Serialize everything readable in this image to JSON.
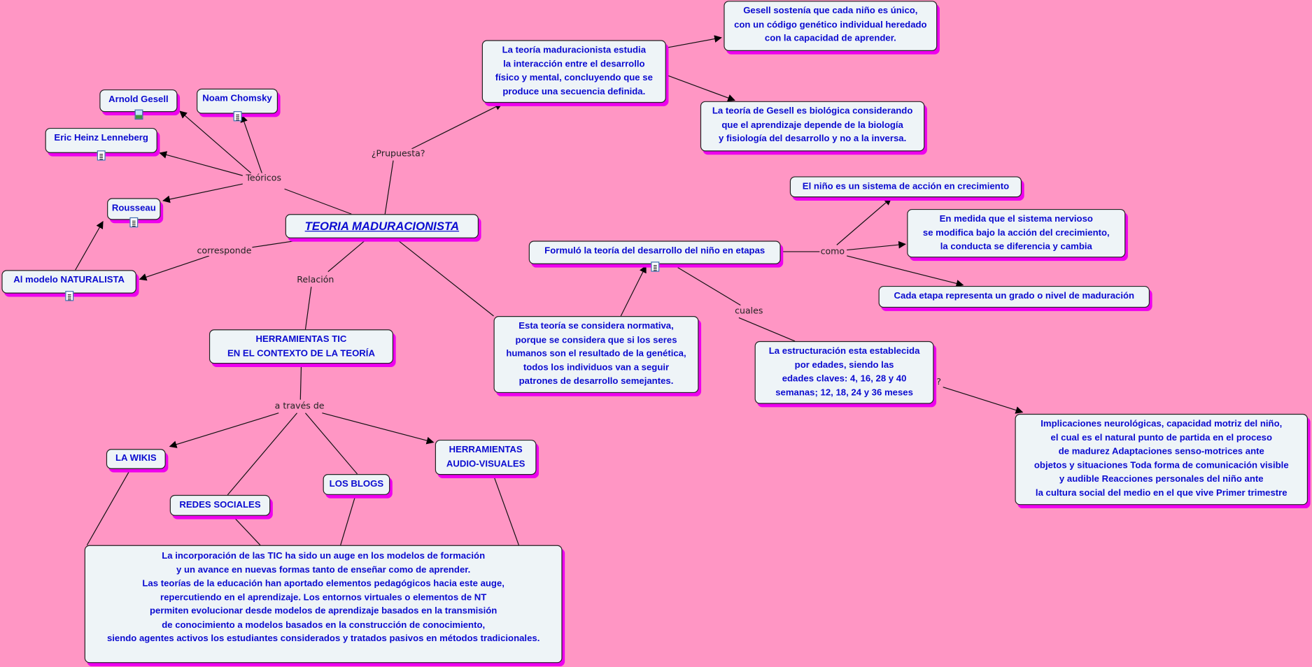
{
  "colors": {
    "background": "#ff96c4",
    "node_fill": "#eef4f7",
    "node_text": "#0b0bd0",
    "shadow": "#ee00ee"
  },
  "nodes": {
    "main": "TEORIA MADURACIONISTA",
    "estudia": "La teoría maduracionista estudia\nla interacción entre el desarrollo\nfísico y mental, concluyendo que se\nproduce una secuencia definida.",
    "gesell_unico": "Gesell sostenía que cada niño es único,\ncon un código genético individual heredado\ncon la capacidad de aprender.",
    "gesell_bio": "La teoría de Gesell es biológica considerando\nque el aprendizaje depende de la biología\ny fisiología del desarrollo y no a la inversa.",
    "arnold": "Arnold Gesell",
    "chomsky": "Noam Chomsky",
    "lenneberg": "Eric Heinz Lenneberg",
    "rousseau": "Rousseau",
    "naturalista": "Al modelo NATURALISTA",
    "formulo": "Formuló la teoría del desarrollo del niño en etapas",
    "nino_sistema": "El niño es un sistema de acción en crecimiento",
    "medida": "En medida que el sistema nervioso\nse modifica bajo la acción del crecimiento,\nla conducta se diferencia y cambia",
    "cada_etapa": "Cada etapa representa un grado o nivel de maduración",
    "normativa": "Esta teoría se considera normativa,\nporque se considera que si los seres\nhumanos son el resultado de la genética,\ntodos los individuos van a seguir\npatrones de desarrollo semejantes.",
    "estructuracion": "La estructuración esta establecida\npor edades, siendo las\nedades claves: 4, 16, 28 y 40\nsemanas; 12, 18, 24 y 36 meses",
    "implicaciones": "Implicaciones neurológicas, capacidad motriz del niño,\nel cual es el natural punto de partida en el proceso\nde madurez Adaptaciones senso-motrices ante\nobjetos y situaciones Toda forma de comunicación visible\ny audible Reacciones personales del niño ante\nla cultura social del medio en el que vive Primer trimestre",
    "tic": "HERRAMIENTAS TIC\nEN EL CONTEXTO DE LA TEORÍA",
    "wikis": "LA WIKIS",
    "redes": "REDES SOCIALES",
    "blogs": "LOS BLOGS",
    "audiovisuales": "HERRAMIENTAS\nAUDIO-VISUALES",
    "incorporacion": "La incorporación de las TIC ha sido un auge en los modelos de formación\ny un avance en nuevas formas tanto de enseñar como de aprender.\nLas teorías de la educación han aportado elementos pedagógicos hacia este auge,\nrepercutiendo en el aprendizaje. Los entornos virtuales o elementos de NT\npermiten evolucionar desde modelos de aprendizaje basados en la transmisión\nde conocimiento a modelos basados en la construcción de conocimiento,\nsiendo agentes activos los estudiantes considerados y tratados pasivos en métodos tradicionales."
  },
  "link_labels": {
    "propuesta": "¿Prupuesta?",
    "teoricos": "Teóricos",
    "corresponde": "corresponde",
    "relacion": "Relación",
    "a_traves": "a través de",
    "como": "como",
    "cuales": "cuales",
    "question": "?"
  },
  "icons": {
    "arnold": "image-icon",
    "others": "document-icon"
  }
}
